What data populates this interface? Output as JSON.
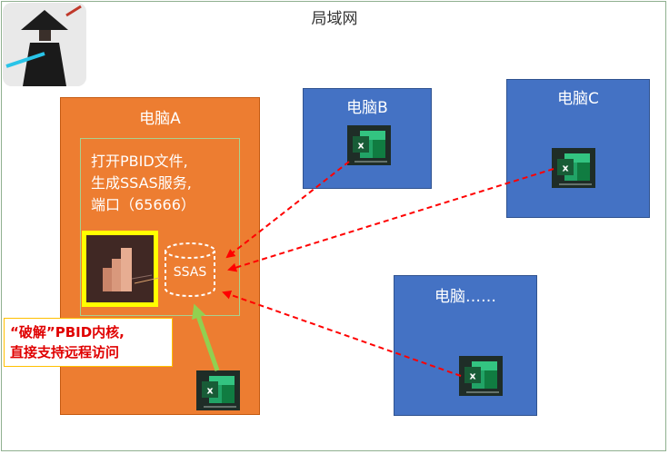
{
  "diagram": {
    "title": "局域网",
    "computer_a": {
      "label": "电脑A",
      "description_lines": [
        "打开PBID文件,",
        "生成SSAS服务,",
        "端口（65666）"
      ],
      "ssas_label": "SSAS"
    },
    "computer_b": {
      "label": "电脑B"
    },
    "computer_c": {
      "label": "电脑C"
    },
    "computer_more": {
      "label": "电脑……"
    },
    "callout": {
      "lines": [
        "“破解”PBID内核,",
        "直接支持远程访问"
      ]
    },
    "icons": [
      "game-avatar-icon",
      "powerbi-icon",
      "excel-icon",
      "database-icon"
    ],
    "colors": {
      "computer_a": "#ed7d31",
      "other_computers": "#4472c4",
      "remote_arrows": "#ff0000",
      "local_arrow": "#92d050",
      "highlight": "#ffff00",
      "excel": "#1d8a4a"
    }
  }
}
